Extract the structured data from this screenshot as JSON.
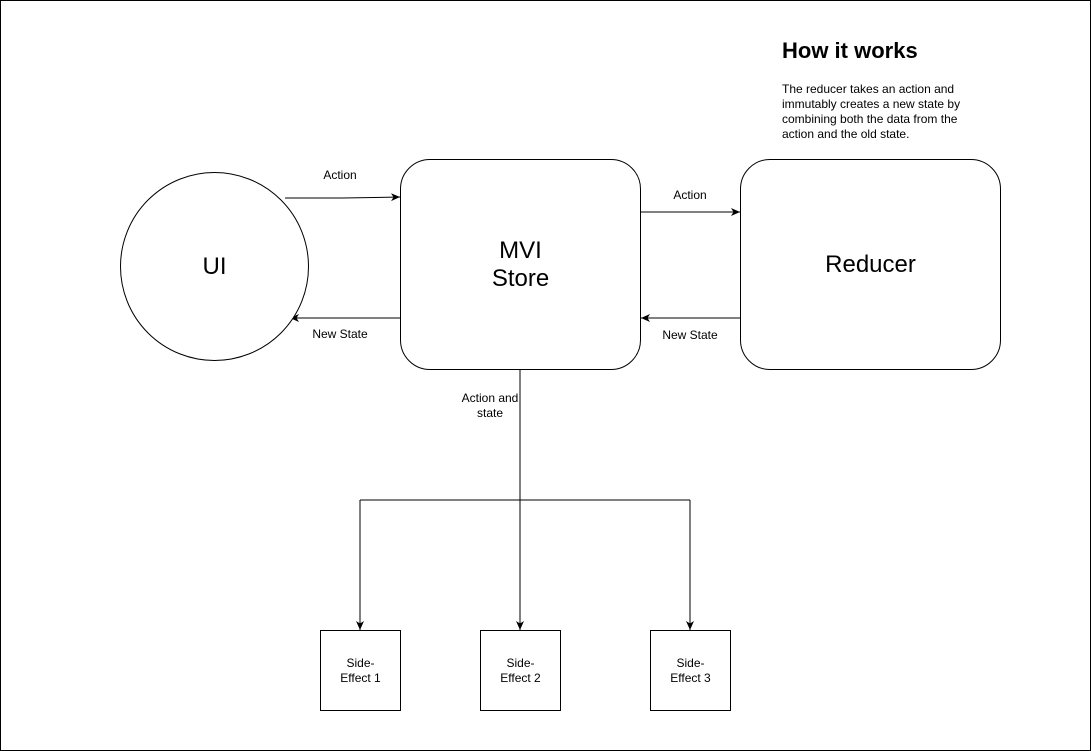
{
  "nodes": {
    "ui": "UI",
    "store": "MVI\nStore",
    "reducer": "Reducer",
    "side_effect_1": "Side-\nEffect 1",
    "side_effect_2": "Side-\nEffect 2",
    "side_effect_3": "Side-\nEffect 3"
  },
  "edges": {
    "ui_to_store": "Action",
    "store_to_ui": "New State",
    "store_to_reducer": "Action",
    "reducer_to_store": "New State",
    "store_to_effects": "Action and state"
  },
  "info": {
    "title": "How it works",
    "body": "The reducer takes an action and immutably creates a new state by combining both the data from the action and the old state."
  },
  "colors": {
    "stroke": "#000000",
    "background": "#ffffff"
  }
}
